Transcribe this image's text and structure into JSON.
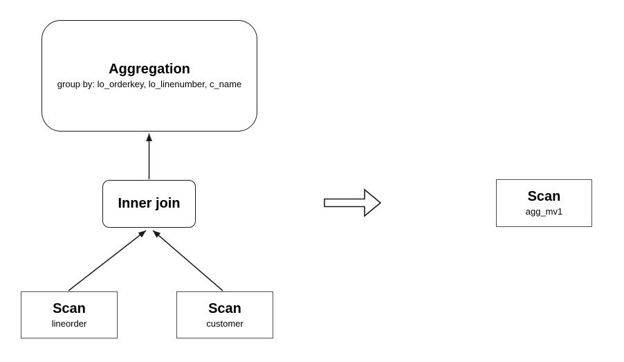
{
  "diagram": {
    "nodes": {
      "aggregation": {
        "title": "Aggregation",
        "subtitle": "group by: lo_orderkey, lo_linenumber, c_name"
      },
      "inner_join": {
        "title": "Inner join"
      },
      "scan_lineorder": {
        "title": "Scan",
        "subtitle": "lineorder"
      },
      "scan_customer": {
        "title": "Scan",
        "subtitle": "customer"
      },
      "scan_agg_mv1": {
        "title": "Scan",
        "subtitle": "agg_mv1"
      }
    },
    "edges": [
      {
        "from": "scan_lineorder",
        "to": "inner_join"
      },
      {
        "from": "scan_customer",
        "to": "inner_join"
      },
      {
        "from": "inner_join",
        "to": "aggregation"
      }
    ],
    "transform_arrow": {
      "direction": "right"
    },
    "colors": {
      "background": "#ffffff",
      "node_fill": "#ffffff",
      "rounded_stroke": "#1a1a1a",
      "rect_stroke": "#4d4d4d",
      "edge_stroke": "#1a1a1a",
      "text": "#000000"
    }
  }
}
